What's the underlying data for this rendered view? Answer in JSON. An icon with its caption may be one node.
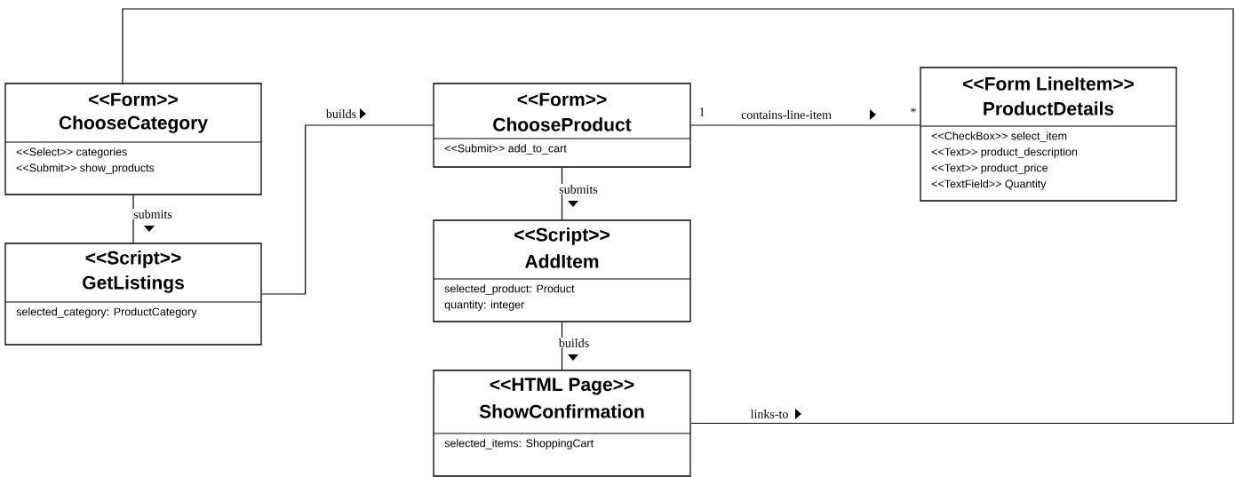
{
  "diagram": {
    "nodes": [
      {
        "text": [
          "<<Form>>",
          "ChooseCategory",
          "<<Select>> categories",
          "<<Submit>> show_products"
        ]
      },
      {
        "text": [
          "<<Script>>",
          "GetListings",
          "selected_category: ProductCategory"
        ]
      },
      {
        "text": [
          "<<Form>>",
          "ChooseProduct",
          "<<Submit>> add_to_cart"
        ]
      },
      {
        "text": [
          "<<Form LineItem>>",
          "ProductDetails",
          "<<CheckBox>> select_item",
          "<<Text>> product_description",
          "<<Text>> product_price",
          "<<TextField>> Quantity"
        ]
      },
      {
        "text": [
          "<<Script>>",
          "AddItem",
          "selected_product: Product",
          "quantity: integer"
        ]
      },
      {
        "text": [
          "<<HTML Page>>",
          "ShowConfirmation",
          "selected_items: ShoppingCart"
        ]
      }
    ],
    "edges": [
      {
        "from": 0,
        "to": 1,
        "arrow": "none",
        "label": "submits"
      },
      {
        "from": 1,
        "to": 2,
        "arrow": "none",
        "label": "builds"
      },
      {
        "from": 2,
        "to": 3,
        "arrow": "none",
        "label": "contains-line-item"
      },
      {
        "from": 2,
        "to": 4,
        "arrow": "none",
        "label": "submits"
      },
      {
        "from": 4,
        "to": 5,
        "arrow": "none",
        "label": "builds"
      },
      {
        "from": 5,
        "to": 0,
        "arrow": "none",
        "label": "links-to"
      }
    ],
    "labels": [
      "1",
      "*"
    ]
  }
}
